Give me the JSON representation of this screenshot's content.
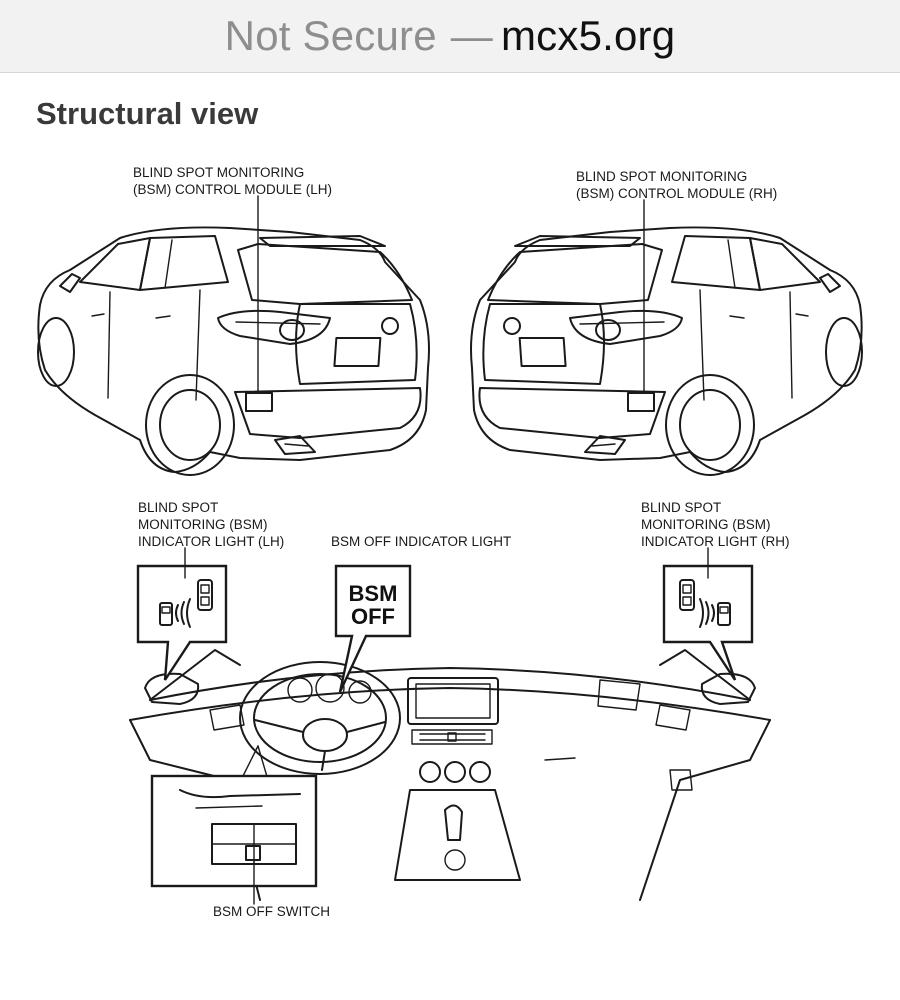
{
  "browser": {
    "not_secure": "Not Secure",
    "separator": "—",
    "domain": "mcx5.org"
  },
  "page": {
    "title": "Structural view"
  },
  "diagram": {
    "labels": {
      "module_lh": [
        "BLIND SPOT MONITORING",
        "(BSM) CONTROL MODULE (LH)"
      ],
      "module_rh": [
        "BLIND SPOT MONITORING",
        "(BSM) CONTROL MODULE (RH)"
      ],
      "indicator_lh": [
        "BLIND SPOT",
        "MONITORING (BSM)",
        "INDICATOR LIGHT (LH)"
      ],
      "indicator_rh": [
        "BLIND SPOT",
        "MONITORING (BSM)",
        "INDICATOR LIGHT (RH)"
      ],
      "off_indicator": "BSM OFF INDICATOR LIGHT",
      "off_switch": "BSM OFF SWITCH"
    },
    "off_badge": [
      "BSM",
      "OFF"
    ]
  }
}
